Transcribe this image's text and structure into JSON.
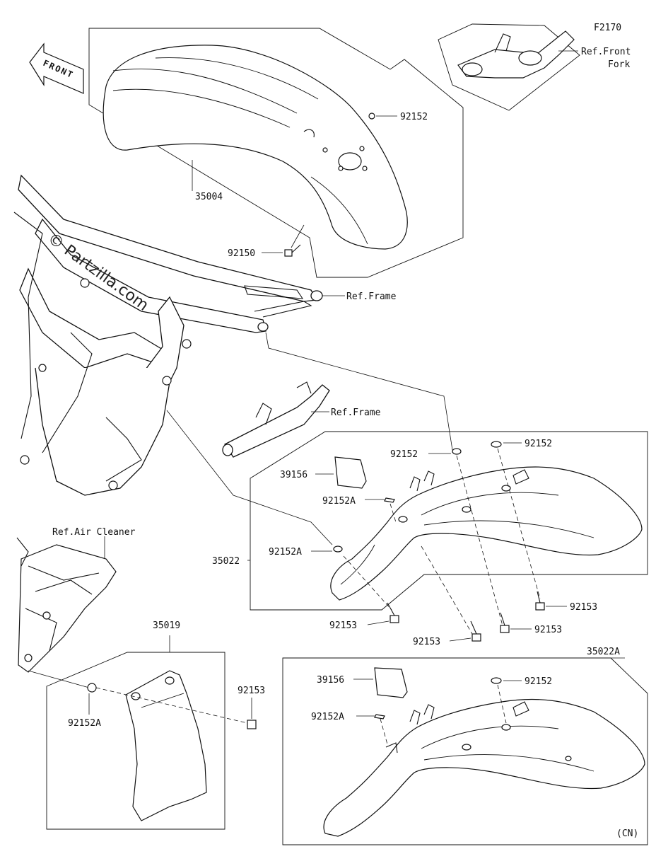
{
  "figure_code": "F2170",
  "front_indicator": "FRONT",
  "watermark": "© Partzilla.com",
  "refs": {
    "front_fork_line1": "Ref.Front",
    "front_fork_line2": "Fork",
    "frame_1": "Ref.Frame",
    "frame_2": "Ref.Frame",
    "air_cleaner": "Ref.Air Cleaner"
  },
  "parts": {
    "front_fender": "35004",
    "washer_top": "92152",
    "bolt_front_fender": "92150",
    "rear_fender": "35022",
    "rear_fender_cn": "35022A",
    "flap": "35019",
    "reflector": "39156",
    "reflector_cn": "39156",
    "nut_rear_1": "92152",
    "nut_rear_2": "92152",
    "nut_cn": "92152",
    "clip_1": "92152A",
    "clip_2": "92152A",
    "clip_cn": "92152A",
    "clip_flap": "92152A",
    "bolt_rear_1": "92153",
    "bolt_rear_2": "92153",
    "bolt_rear_3": "92153",
    "bolt_rear_4": "92153",
    "bolt_flap": "92153"
  },
  "region_note": "(CN)"
}
